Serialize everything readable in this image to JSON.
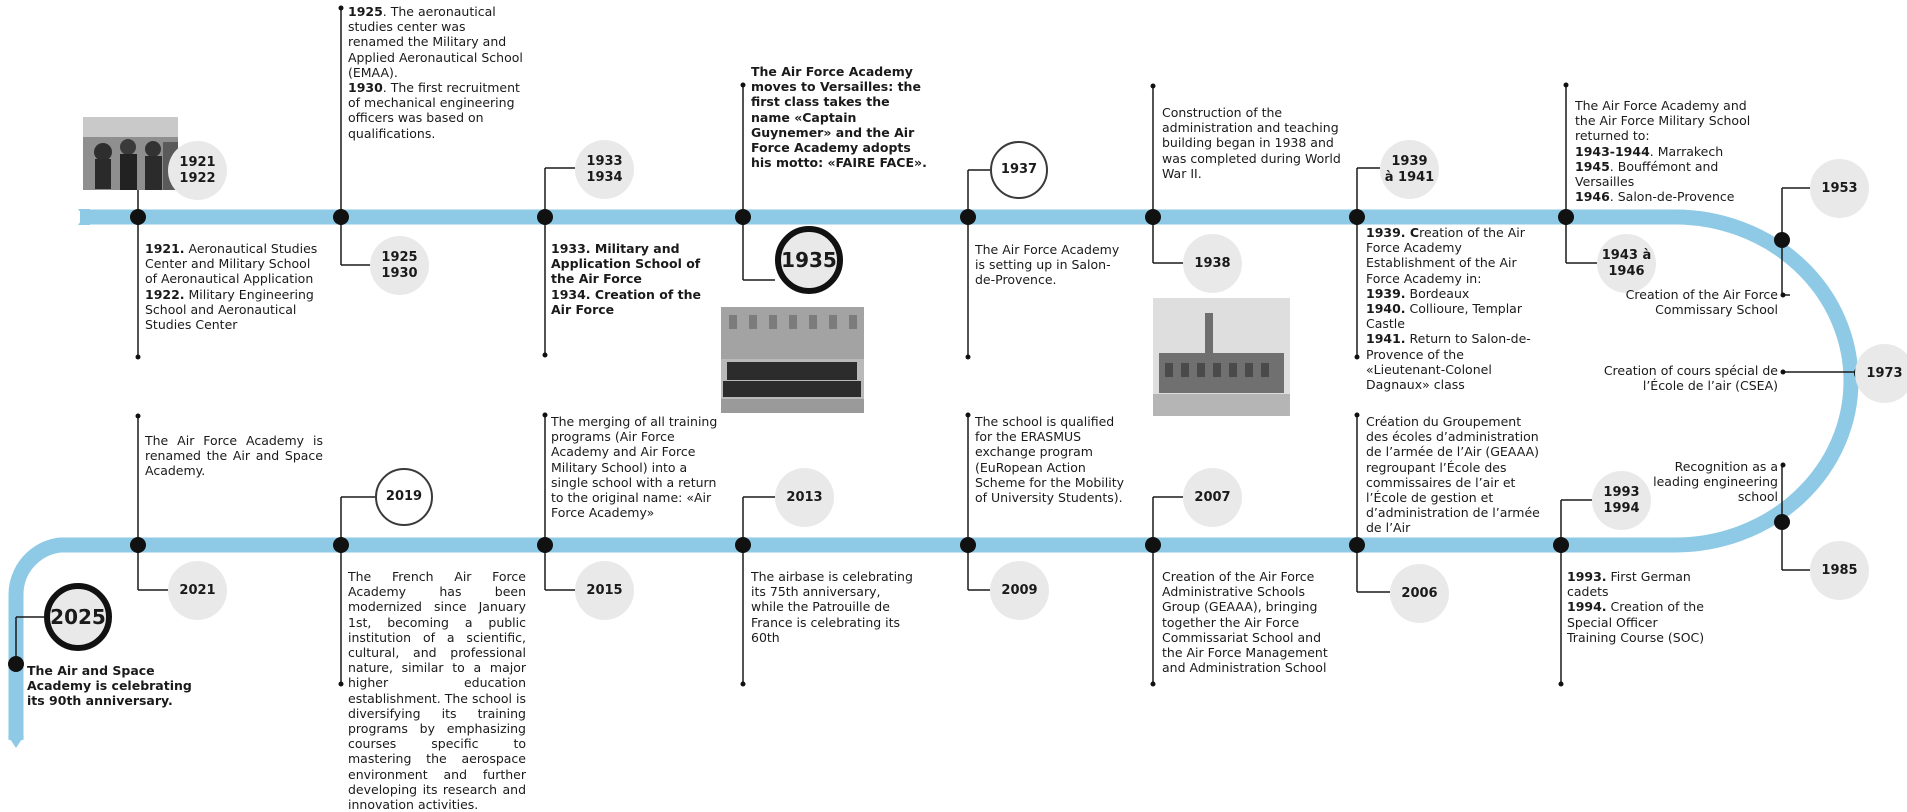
{
  "colors": {
    "line": "#8ecae6",
    "dot": "#111111",
    "bubble": "#e9e9ea"
  },
  "years": {
    "y1921": "1921\n1922",
    "y1925": "1925\n1930",
    "y1933": "1933\n1934",
    "y1935": "1935",
    "y1937": "1937",
    "y1938": "1938",
    "y1939": "1939\nà 1941",
    "y1943": "1943 à\n1946",
    "y1953": "1953",
    "y1973": "1973",
    "y1985": "1985",
    "y1993": "1993\n1994",
    "y2006": "2006",
    "y2007": "2007",
    "y2009": "2009",
    "y2013": "2013",
    "y2015": "2015",
    "y2019": "2019",
    "y2021": "2021",
    "y2025": "2025"
  },
  "events": {
    "e1921": [
      {
        "b": "1921.",
        "t": " Aeronautical Studies Center and Military School of Aeronautical Application"
      },
      {
        "b": "1922.",
        "t": " Military Engineering School and Aeronautical Studies Center"
      }
    ],
    "e1925": [
      {
        "b": "1925",
        "t": ". The aeronautical studies center was renamed the Military and Applied Aeronautical School (EMAA)."
      },
      {
        "b": "1930",
        "t": ". The first recruitment of mechanical engineering officers was based on qualifications."
      }
    ],
    "e1933": [
      {
        "b": "1933. Military and Application School of the Air Force",
        "t": ""
      },
      {
        "b": "1934. Creation of the Air Force",
        "t": ""
      }
    ],
    "e1935": [
      {
        "b": "The Air Force Academy moves to Versailles: the first class takes the name «Captain Guynemer» and the Air Force Academy adopts his motto: «FAIRE FACE».",
        "t": ""
      }
    ],
    "e1937": [
      {
        "b": "",
        "t": "The Air Force Academy is setting up in Salon-de-Provence."
      }
    ],
    "e1938": [
      {
        "b": "",
        "t": "Construction of the administration and teaching building began in 1938 and was completed during World War II."
      }
    ],
    "e1939": [
      {
        "b": "1939. C",
        "t": "reation of the Air Force Academy Establishment of the Air Force Academy in:"
      },
      {
        "b": "1939.",
        "t": " Bordeaux"
      },
      {
        "b": "1940.",
        "t": " Collioure, Templar Castle"
      },
      {
        "b": "1941.",
        "t": " Return to Salon-de-Provence of the «Lieutenant-Colonel Dagnaux» class"
      }
    ],
    "e1943": [
      {
        "b": "",
        "t": "The Air Force Academy and the Air Force Military School returned to:"
      },
      {
        "b": "1943-1944",
        "t": ". Marrakech"
      },
      {
        "b": "1945",
        "t": ". Bouffémont and Versailles"
      },
      {
        "b": "1946",
        "t": ". Salon-de-Provence"
      }
    ],
    "e1953": [
      {
        "b": "",
        "t": "Creation of the Air Force Commissary School"
      }
    ],
    "e1973": [
      {
        "b": "",
        "t": "Creation of cours spécial de l’École de l’air (CSEA)"
      }
    ],
    "e1985": [
      {
        "b": "",
        "t": "Recognition as a leading engineering school"
      }
    ],
    "e1993": [
      {
        "b": "1993.",
        "t": " First German cadets"
      },
      {
        "b": "1994.",
        "t": " Creation of the Special Officer Training Course (SOC)"
      }
    ],
    "e2006": [
      {
        "b": "",
        "t": "Création du Groupement des écoles d’administration de l’armée de l’Air (GEAAA) regroupant l’École des commissaires de l’air et l’École de gestion et d’administration de l’armée de l’Air"
      }
    ],
    "e2007": [
      {
        "b": "",
        "t": "Creation of the Air Force Administrative Schools Group (GEAAA), bringing together the Air Force Commissariat School and the Air Force Management and Administration School"
      }
    ],
    "e2009": [
      {
        "b": "",
        "t": "The school is qualified for the ERASMUS exchange program (EuRopean Action Scheme for the Mobility of University Students)."
      }
    ],
    "e2013": [
      {
        "b": "",
        "t": "The airbase is celebrating its 75th anniversary, while the Patrouille de France is celebrating its 60th"
      }
    ],
    "e2015": [
      {
        "b": "",
        "t": "The merging of all training programs (Air Force Academy and Air Force Military School) into a single school with a return to the original name: «Air Force Academy»"
      }
    ],
    "e2019": [
      {
        "b": "",
        "t": "The French Air Force Academy has been modernized since January 1st, becoming a public institution of a scientific, cultural, and professional nature, similar to a major higher education establishment. The school is diversifying its training programs by emphasizing courses specific to mastering the aerospace environment and further developing its research and innovation activities."
      }
    ],
    "e2021": [
      {
        "b": "",
        "t": "The Air Force Academy is renamed the Air and Space Academy."
      }
    ],
    "e2025": [
      {
        "b": "The Air and Space Academy is celebrating its 90th anniversary.",
        "t": ""
      }
    ]
  }
}
